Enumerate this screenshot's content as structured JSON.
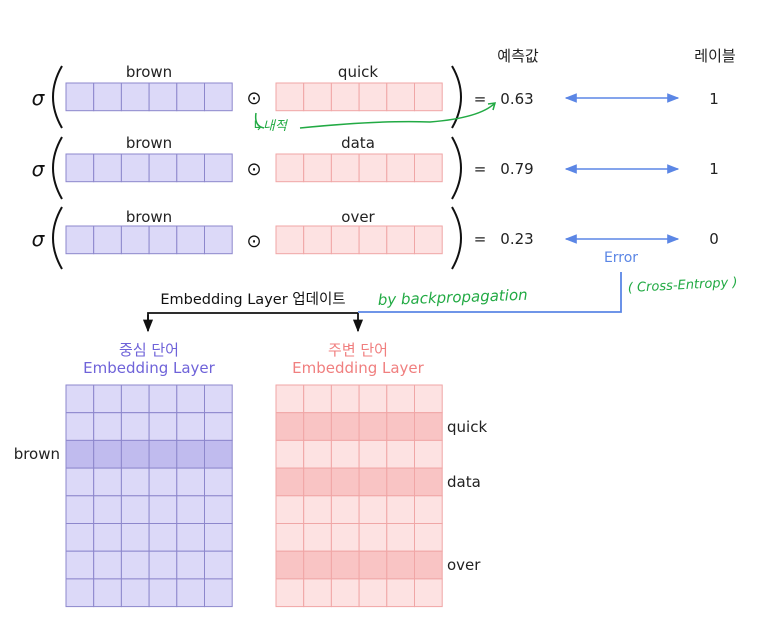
{
  "headers": {
    "prediction": "예측값",
    "label": "레이블"
  },
  "sigma": "σ",
  "dot_operator": "⊙",
  "equals": "=",
  "rows": [
    {
      "center_word": "brown",
      "context_word": "quick",
      "prediction": "0.63",
      "label": "1"
    },
    {
      "center_word": "brown",
      "context_word": "data",
      "prediction": "0.79",
      "label": "1"
    },
    {
      "center_word": "brown",
      "context_word": "over",
      "prediction": "0.23",
      "label": "0"
    }
  ],
  "error_label": "Error",
  "update_label": "Embedding Layer 업데이트",
  "handwritten": {
    "dot_product": "↳내적",
    "backprop": "by backpropagation",
    "cross_entropy": "( Cross-Entropy )"
  },
  "center_matrix": {
    "title_ko": "중심 단어",
    "title_en": "Embedding Layer",
    "highlighted_word": "brown"
  },
  "context_matrix": {
    "title_ko": "주변 단어",
    "title_en": "Embedding Layer",
    "highlighted_words": [
      "quick",
      "data",
      "over"
    ]
  },
  "colors": {
    "purple_fill": "#dcd9f8",
    "purple_stroke": "#8d87cc",
    "purple_highlight": "#c0bbee",
    "pink_fill": "#fde2e2",
    "pink_stroke": "#f0a6a6",
    "pink_highlight": "#f9c4c4",
    "arrow_blue": "#5b86e5",
    "handwriting_green": "#22aa44",
    "title_purple": "#6f63d9",
    "title_pink": "#f07f7f"
  }
}
